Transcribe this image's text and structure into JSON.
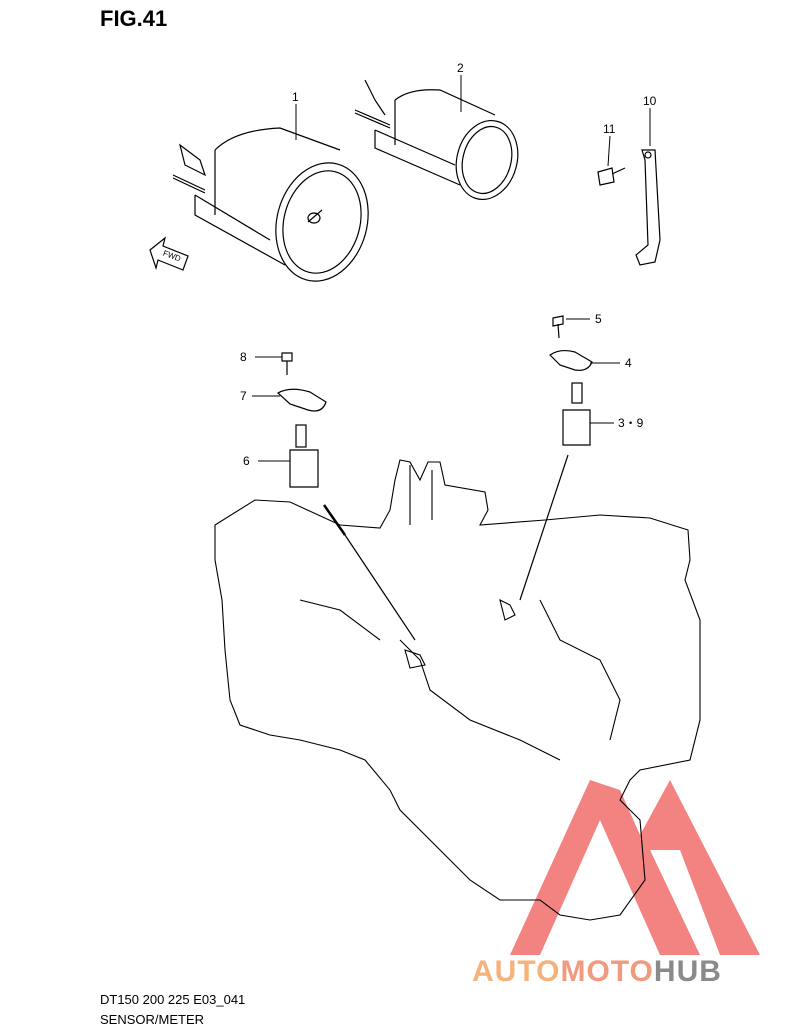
{
  "figure": {
    "title": "FIG.41",
    "fwd_label": "FWD"
  },
  "callouts": [
    "1",
    "2",
    "10",
    "11",
    "5",
    "4",
    "8",
    "7",
    "3・9",
    "6"
  ],
  "footer": {
    "code": "DT150 200 225 E03_041",
    "name": "SENSOR/METER"
  },
  "watermark": {
    "part1": "AUTO",
    "part2": "MOTO",
    "part3": "HUB",
    "colors": {
      "triangle": "#ee5a55",
      "auto": "#f5b27a",
      "moto": "#f09a7e",
      "hub": "#8a8a8a"
    }
  }
}
